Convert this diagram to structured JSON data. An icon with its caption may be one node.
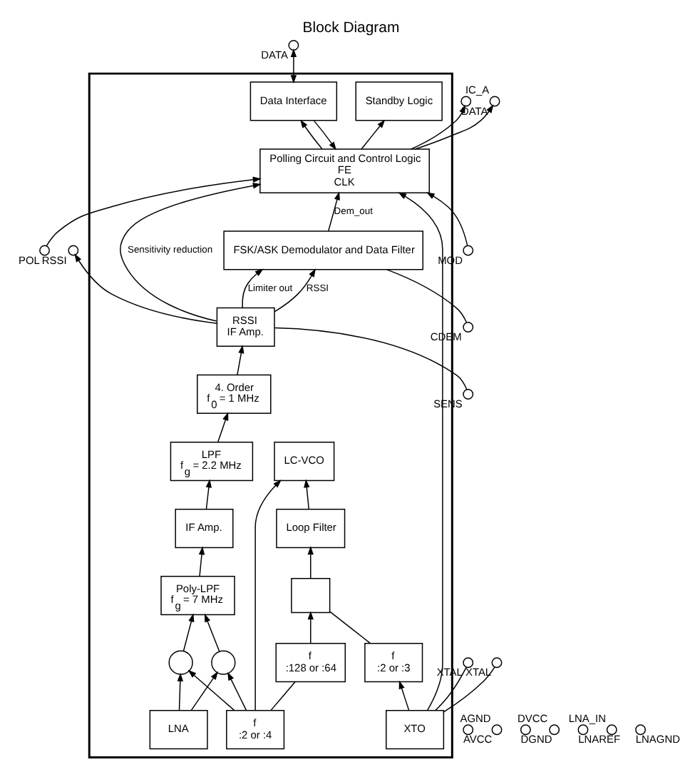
{
  "diagram": {
    "title": "Block Diagram",
    "nodes": [
      {
        "text": [],
        "shape": "box"
      },
      {
        "text": [
          "FSK/ASK Demodulator and Data Filter"
        ],
        "in": 0
      },
      {
        "text": [
          "Data Interface"
        ],
        "in": 0
      },
      {
        "text": [
          "RSSI",
          "IF Amp."
        ],
        "in": 0
      },
      {
        "text": [
          "Polling Circuit and Control Logic",
          "FE",
          "CLK"
        ],
        "in": 0
      },
      {
        "text": [
          "4. Order",
          "f$_{0}$ = 1 MHz"
        ],
        "in": 0
      },
      {
        "text": [
          "Standby Logic"
        ],
        "in": 0
      },
      {
        "text": [
          "LPF",
          "f$_{g}$ = 2.2 MHz"
        ],
        "in": 0
      },
      {
        "text": [
          "IF Amp."
        ],
        "in": 0
      },
      {
        "text": [
          "Loop Filter"
        ],
        "in": 0
      },
      {
        "text": [
          "XTO"
        ],
        "in": 0
      },
      {
        "text": [
          "Poly-LPF",
          "f$_{g}$ = 7 MHz"
        ],
        "in": 0
      },
      {
        "text": [
          "LC-VCO"
        ],
        "in": 0
      },
      {
        "text": [
          "f",
          ":2 or :3"
        ],
        "in": 0
      },
      {
        "text": [
          "LNA"
        ],
        "in": 0
      },
      {
        "text": [],
        "shape": "circle",
        "in": 0
      },
      {
        "text": [],
        "shape": "circle",
        "in": 0
      },
      {
        "text": [
          "f",
          ":2 or :4"
        ],
        "in": 0
      },
      {
        "text": [
          "f",
          ":128 or :64"
        ],
        "in": 0
      },
      {
        "text": [],
        "shape": "box",
        "in": 0
      },
      {
        "text": [],
        "shape": "circle",
        "beside": [
          "CDEM"
        ]
      },
      {
        "text": [],
        "shape": "circle",
        "beside": [
          "RSSI"
        ]
      },
      {
        "text": [],
        "shape": "circle",
        "beside": [
          "SENS"
        ]
      },
      {
        "text": [],
        "shape": "circle",
        "beside": [
          "AVCC"
        ]
      },
      {
        "text": [],
        "shape": "circle",
        "beside": [
          "AGND"
        ]
      },
      {
        "text": [],
        "shape": "circle",
        "beside": [
          "DGND"
        ]
      },
      {
        "text": [],
        "shape": "circle",
        "beside": [
          "DVCC"
        ]
      },
      {
        "text": [],
        "shape": "circle",
        "beside": [
          "LNAREF"
        ]
      },
      {
        "text": [],
        "shape": "circle",
        "beside": [
          "LNA_IN"
        ]
      },
      {
        "text": [],
        "shape": "circle",
        "beside": [
          "LNAGND"
        ]
      },
      {
        "text": [],
        "shape": "circle",
        "beside": [
          "DATA"
        ]
      },
      {
        "text": [],
        "shape": "circle",
        "beside": [
          "POL"
        ]
      },
      {
        "text": [],
        "shape": "circle",
        "beside": [
          "DATA"
        ]
      },
      {
        "text": [],
        "shape": "circle",
        "beside": [
          "MOD"
        ]
      },
      {
        "text": [],
        "shape": "circle",
        "beside": [
          "IC_A"
        ]
      },
      {
        "text": [],
        "shape": "circle",
        "beside": [
          "XTAL"
        ]
      },
      {
        "text": [],
        "shape": "circle",
        "beside": [
          "XTAL"
        ]
      }
    ],
    "edges": [
      {
        "from": 20,
        "to": 1,
        "arrow": "none"
      },
      {
        "from": 3,
        "to": 1,
        "arrow": "to",
        "label": "RSSI"
      },
      {
        "from": 3,
        "to": 1,
        "arrow": "to",
        "label": "Limiter out"
      },
      {
        "from": 3,
        "to": 21,
        "arrow": "to"
      },
      {
        "from": 22,
        "to": 3,
        "arrow": "none"
      },
      {
        "from": 3,
        "to": 4,
        "arrow": "to",
        "label": "Sensitivity reduction"
      },
      {
        "from": 1,
        "to": 4,
        "arrow": "to",
        "label": "Dem_out"
      },
      {
        "from": 2,
        "to": 4,
        "arrow": "to"
      },
      {
        "from": 4,
        "to": 2,
        "arrow": "to"
      },
      {
        "from": 2,
        "to": 30,
        "arrow": "both"
      },
      {
        "from": 31,
        "to": 4,
        "arrow": "to"
      },
      {
        "from": 4,
        "to": 32,
        "arrow": "to"
      },
      {
        "from": 33,
        "to": 4,
        "arrow": "to"
      },
      {
        "from": 4,
        "to": 6,
        "arrow": "to"
      },
      {
        "from": 4,
        "to": 34,
        "arrow": "to"
      },
      {
        "from": 10,
        "to": 4,
        "arrow": "to"
      },
      {
        "from": 10,
        "to": 35,
        "arrow": "none"
      },
      {
        "from": 10,
        "to": 36,
        "arrow": "none"
      },
      {
        "from": 10,
        "to": 13,
        "arrow": "to"
      },
      {
        "from": 13,
        "to": 19,
        "arrow": "none"
      },
      {
        "from": 19,
        "to": 9,
        "arrow": "to"
      },
      {
        "from": 9,
        "to": 12,
        "arrow": "to"
      },
      {
        "from": 18,
        "to": 19,
        "arrow": "to"
      },
      {
        "from": 17,
        "to": 18,
        "arrow": "none"
      },
      {
        "from": 17,
        "to": 12,
        "arrow": "to"
      },
      {
        "from": 17,
        "to": 16,
        "arrow": "to"
      },
      {
        "from": 17,
        "to": 15,
        "arrow": "to"
      },
      {
        "from": 14,
        "to": 15,
        "arrow": "to"
      },
      {
        "from": 14,
        "to": 16,
        "arrow": "to"
      },
      {
        "from": 15,
        "to": 11,
        "arrow": "to"
      },
      {
        "from": 16,
        "to": 11,
        "arrow": "to"
      },
      {
        "from": 11,
        "to": 8,
        "arrow": "to"
      },
      {
        "from": 8,
        "to": 7,
        "arrow": "to"
      },
      {
        "from": 7,
        "to": 5,
        "arrow": "to"
      },
      {
        "from": 5,
        "to": 3,
        "arrow": "to"
      }
    ]
  }
}
